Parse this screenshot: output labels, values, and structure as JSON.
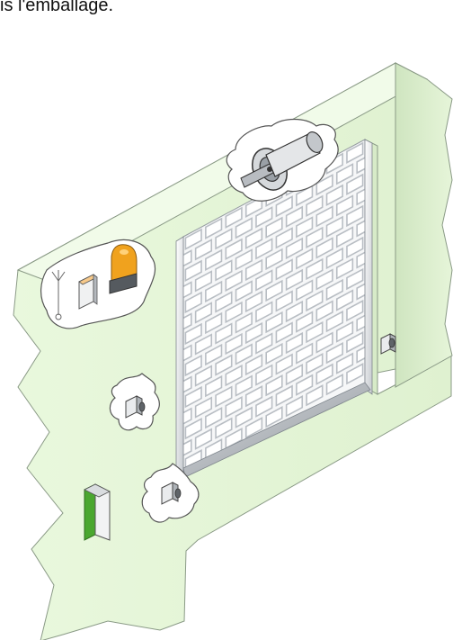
{
  "header": {
    "visible_text": "is l'emballage."
  },
  "diagram": {
    "components": [
      {
        "name": "tubular-motor",
        "icon": "motor-icon"
      },
      {
        "name": "radio-receiver-with-antenna",
        "icon": "antenna-icon"
      },
      {
        "name": "flashing-light",
        "icon": "warning-light-icon"
      },
      {
        "name": "photocell-left-upper",
        "icon": "photocell-icon"
      },
      {
        "name": "photocell-left-lower",
        "icon": "photocell-icon"
      },
      {
        "name": "photocell-right",
        "icon": "photocell-icon"
      },
      {
        "name": "keypad-switch",
        "icon": "wall-switch-icon"
      }
    ],
    "colors": {
      "wall": "#e6f5d9",
      "wall_outline": "#8a9a86",
      "grille": "#d9dcdf",
      "grille_bar": "#b9bec4",
      "flash_orange": "#f0a21e",
      "switch_green": "#4aa72f"
    }
  }
}
